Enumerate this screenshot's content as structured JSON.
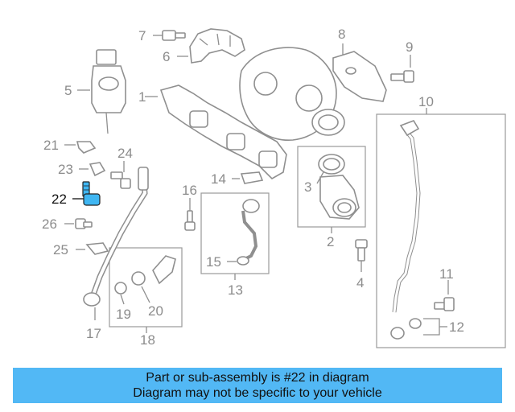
{
  "diagram": {
    "highlighted_part": "22",
    "highlight_color": "#3fb6f2",
    "part_labels": [
      "1",
      "2",
      "3",
      "4",
      "5",
      "6",
      "7",
      "8",
      "9",
      "10",
      "11",
      "12",
      "13",
      "14",
      "15",
      "16",
      "17",
      "18",
      "19",
      "20",
      "21",
      "22",
      "23",
      "24",
      "25",
      "26"
    ]
  },
  "caption": {
    "line1": "Part or sub-assembly is #22 in diagram",
    "line2": "Diagram may not be specific to your vehicle",
    "background": "#52b8f5"
  }
}
